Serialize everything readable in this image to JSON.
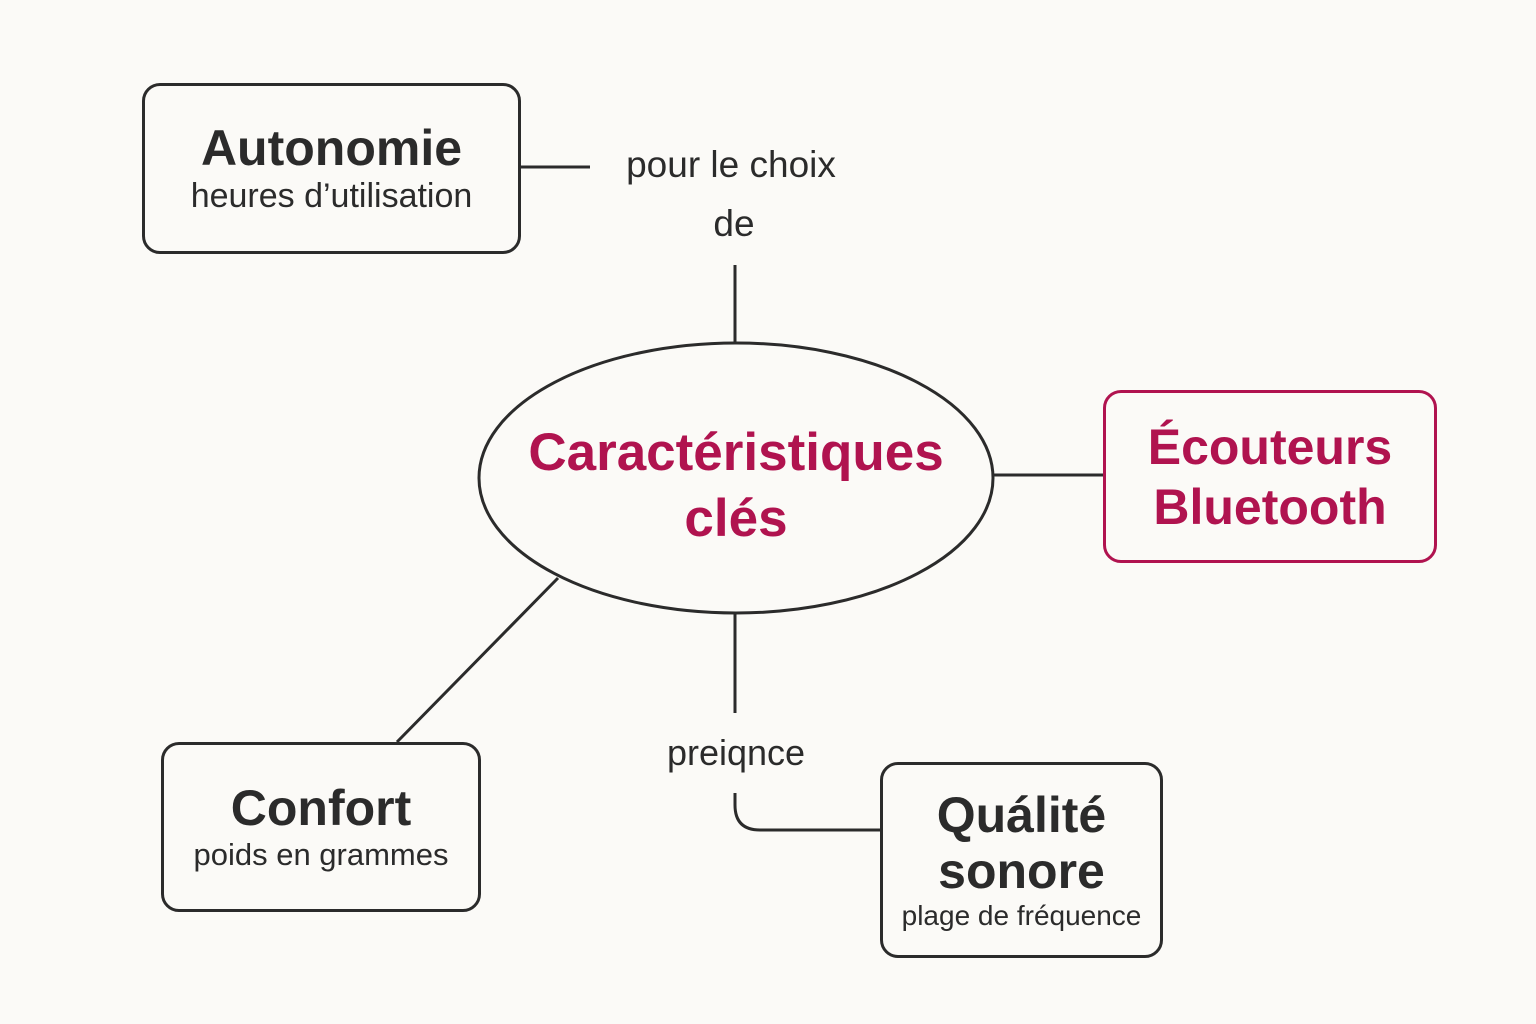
{
  "colors": {
    "accent": "#b0134f",
    "stroke": "#2b2b2b",
    "background": "#fbfaf7"
  },
  "center": {
    "line1": "Caractéristiques",
    "line2": "clés"
  },
  "target": {
    "line1": "Écouteurs",
    "line2": "Bluetooth"
  },
  "nodes": {
    "autonomie": {
      "title": "Autonomie",
      "subtitle": "heures d’utilisation"
    },
    "confort": {
      "title": "Confort",
      "subtitle": "poids en grammes"
    },
    "qualite": {
      "title1": "Quálité",
      "title2": "sonore",
      "subtitle": "plage de fréquence"
    }
  },
  "edge_labels": {
    "top_line1": "pour le choix",
    "top_line2": "de",
    "bottom": "preiqnce"
  }
}
